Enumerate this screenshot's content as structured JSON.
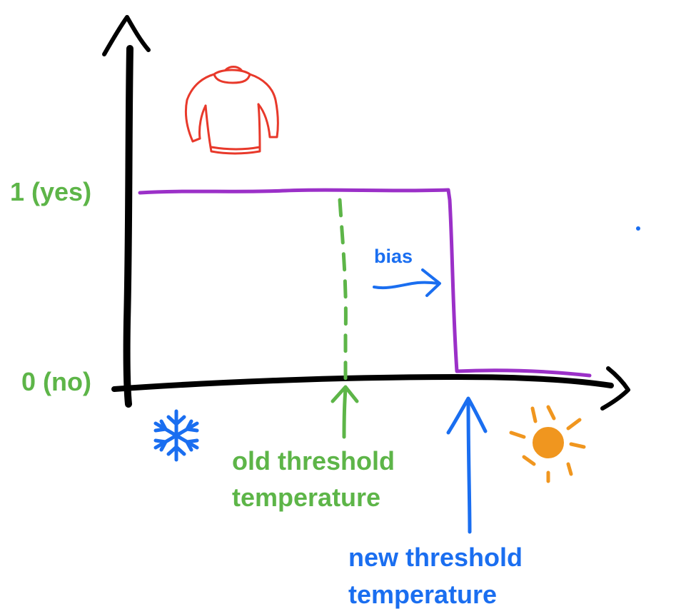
{
  "labels": {
    "y_top": "1 (yes)",
    "y_bottom": "0 (no)",
    "bias": "bias",
    "old_threshold_line1": "old threshold",
    "old_threshold_line2": "temperature",
    "new_threshold_line1": "new threshold",
    "new_threshold_line2": "temperature"
  },
  "icons": {
    "top_left": "sweater-icon",
    "cold_end": "snowflake-icon",
    "warm_end": "sun-icon"
  },
  "colors": {
    "axes": "#000000",
    "step_function": "#9b30c8",
    "old_threshold": "#5db548",
    "new_threshold": "#1a6ef0",
    "sweater": "#e8392b",
    "snowflake": "#1a6ef0",
    "sun": "#f0961f"
  }
}
